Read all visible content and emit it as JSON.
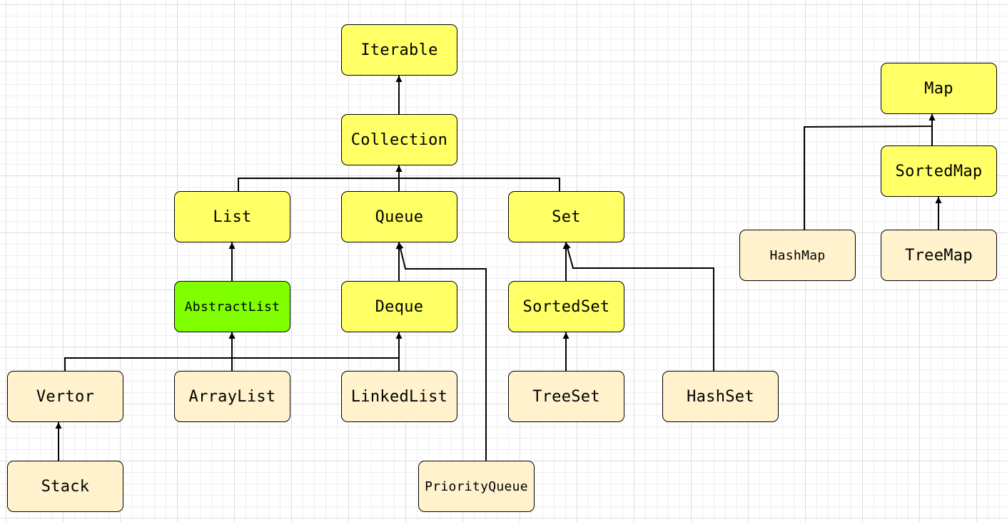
{
  "colors": {
    "interface": "#ffff66",
    "abstract": "#80ff00",
    "implementation": "#fff2cc",
    "line": "#000000"
  },
  "nodes": {
    "iterable": "Iterable",
    "collection": "Collection",
    "list": "List",
    "queue": "Queue",
    "set": "Set",
    "abstract_list": "AbstractList",
    "deque": "Deque",
    "sorted_set": "SortedSet",
    "vertor": "Vertor",
    "array_list": "ArrayList",
    "linked_list": "LinkedList",
    "tree_set": "TreeSet",
    "hash_set": "HashSet",
    "stack": "Stack",
    "priority_queue": "PriorityQueue",
    "map": "Map",
    "sorted_map": "SortedMap",
    "hash_map": "HashMap",
    "tree_map": "TreeMap"
  },
  "edges": [
    {
      "from": "collection",
      "to": "iterable"
    },
    {
      "from": "list",
      "to": "collection"
    },
    {
      "from": "queue",
      "to": "collection"
    },
    {
      "from": "set",
      "to": "collection"
    },
    {
      "from": "abstract_list",
      "to": "list"
    },
    {
      "from": "deque",
      "to": "queue"
    },
    {
      "from": "priority_queue",
      "to": "queue"
    },
    {
      "from": "sorted_set",
      "to": "set"
    },
    {
      "from": "hash_set",
      "to": "set"
    },
    {
      "from": "vertor",
      "to": "abstract_list"
    },
    {
      "from": "array_list",
      "to": "abstract_list"
    },
    {
      "from": "linked_list",
      "to": "abstract_list"
    },
    {
      "from": "linked_list",
      "to": "deque"
    },
    {
      "from": "tree_set",
      "to": "sorted_set"
    },
    {
      "from": "stack",
      "to": "vertor"
    },
    {
      "from": "sorted_map",
      "to": "map"
    },
    {
      "from": "hash_map",
      "to": "map"
    },
    {
      "from": "tree_map",
      "to": "sorted_map"
    }
  ]
}
